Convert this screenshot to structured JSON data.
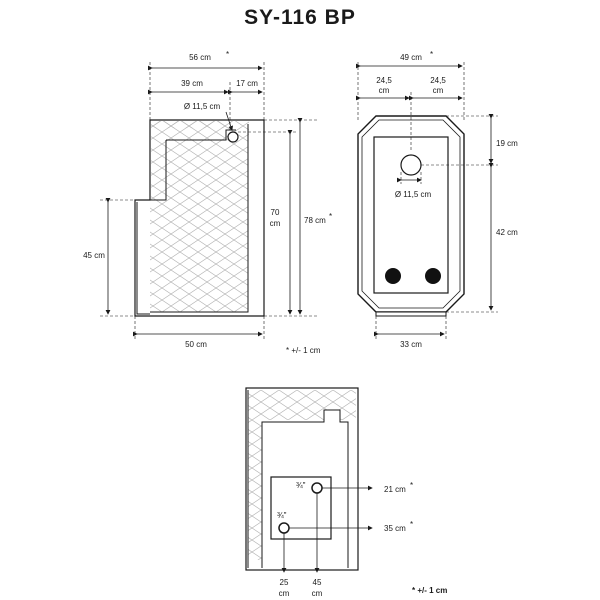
{
  "title": "SY-116 BP",
  "colors": {
    "line": "#1a1a1a",
    "hatch": "#b5b5b5",
    "background": "#ffffff"
  },
  "side_view": {
    "width_total": "56 cm",
    "width_total_mark": "*",
    "width_left": "39 cm",
    "width_right": "17 cm",
    "chimney_diameter": "Ø 11,5 cm",
    "height_inner": "70",
    "height_inner_unit": "cm",
    "height_total": "78 cm",
    "height_total_mark": "*",
    "height_step": "45 cm",
    "base_width": "50 cm",
    "tolerance_note": "* +/- 1 cm"
  },
  "front_view": {
    "width_total": "49 cm",
    "width_total_mark": "*",
    "half_left": "24,5",
    "half_left_unit": "cm",
    "half_right": "24,5",
    "half_right_unit": "cm",
    "chimney_diameter": "Ø 11,5 cm",
    "top_offset": "19 cm",
    "lower_height": "42 cm",
    "base_width": "33 cm"
  },
  "rear_view": {
    "upper_connection": "¾\"",
    "lower_connection": "¾\"",
    "upper_height": "21 cm",
    "upper_height_mark": "*",
    "lower_height": "35 cm",
    "lower_height_mark": "*",
    "left_offset": "25",
    "left_offset_unit": "cm",
    "right_offset": "45",
    "right_offset_unit": "cm",
    "tolerance_note": "* +/- 1 cm"
  }
}
